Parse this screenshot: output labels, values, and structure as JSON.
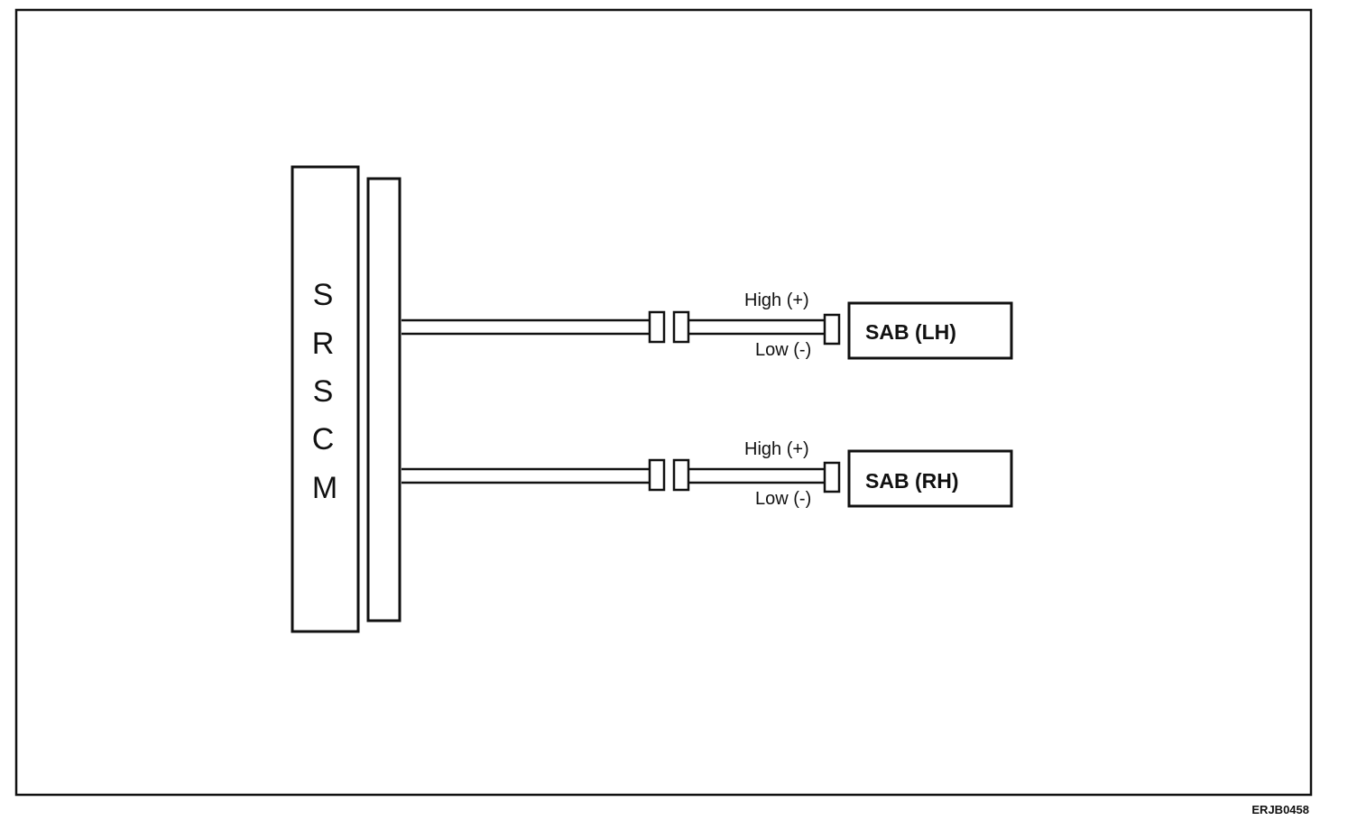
{
  "diagram": {
    "module": {
      "label_letters": [
        "S",
        "R",
        "S",
        "C",
        "M"
      ]
    },
    "circuits": [
      {
        "high_label": "High (+)",
        "low_label": "Low (-)",
        "device_label": "SAB (LH)"
      },
      {
        "high_label": "High (+)",
        "low_label": "Low (-)",
        "device_label": "SAB (RH)"
      }
    ],
    "figure_code": "ERJB0458"
  }
}
